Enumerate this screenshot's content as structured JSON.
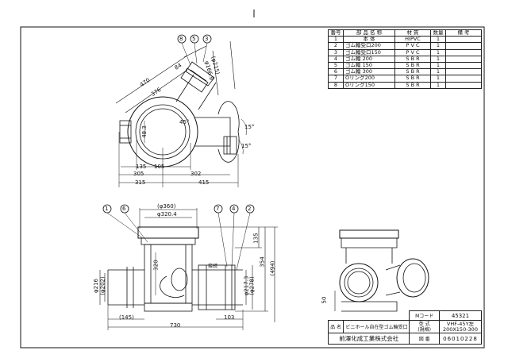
{
  "parts_table": {
    "header": [
      "番号",
      "部 品 名 称",
      "材 質",
      "数量",
      "備 考"
    ],
    "rows": [
      [
        "1",
        "本 体",
        "HIPVC",
        "1",
        ""
      ],
      [
        "2",
        "ゴム輪受口200",
        "P V C",
        "1",
        ""
      ],
      [
        "3",
        "ゴム輪受口150",
        "P V C",
        "1",
        ""
      ],
      [
        "4",
        "ゴム輪 200",
        "S B R",
        "1",
        ""
      ],
      [
        "5",
        "ゴム輪 150",
        "S B R",
        "1",
        ""
      ],
      [
        "6",
        "ゴム輪 300",
        "S B R",
        "1",
        ""
      ],
      [
        "7",
        "Oリング200",
        "S B R",
        "1",
        ""
      ],
      [
        "8",
        "Oリング150",
        "S B R",
        "1",
        ""
      ]
    ]
  },
  "title_block": {
    "m_code_label": "Mコード",
    "m_code": "45321",
    "name_label": "品 名",
    "name": "ビニホール自在型ゴム輪受口",
    "model_label": "型 式",
    "model_sub": "(規格)",
    "model_line1": "VHF-45Y左",
    "model_line2": "200X150-300",
    "company": "前澤化成工業株式会社",
    "drawing_no_label": "図 番",
    "drawing_no": "06010228"
  },
  "top_view": {
    "dims": [
      "305",
      "315",
      "135",
      "105",
      "302",
      "415",
      "48.3",
      "376",
      "470",
      "84",
      "45°",
      "15°",
      "15°"
    ],
    "dia_a": "(φ215)",
    "dia_b": "φ166.9",
    "balloons": [
      "8",
      "5",
      "3"
    ]
  },
  "front_view": {
    "balloons_left": [
      "1",
      "6"
    ],
    "balloons_right": [
      "7",
      "4",
      "2"
    ],
    "dims": {
      "top_outer": "(φ360)",
      "top_inner": "φ320.4",
      "h1": "135",
      "h2": "354",
      "h3": "(494)",
      "dia_left_outer": "φ216",
      "dia_left_inner": "(φ202)",
      "dia_right_outer": "φ217.3",
      "dia_right_inner": "(φ278)",
      "mid": "320",
      "bottom_left": "(145)",
      "bottom": "730",
      "bottom_right": "103",
      "note": "接続"
    }
  },
  "iso_view": {
    "dim": "50"
  }
}
